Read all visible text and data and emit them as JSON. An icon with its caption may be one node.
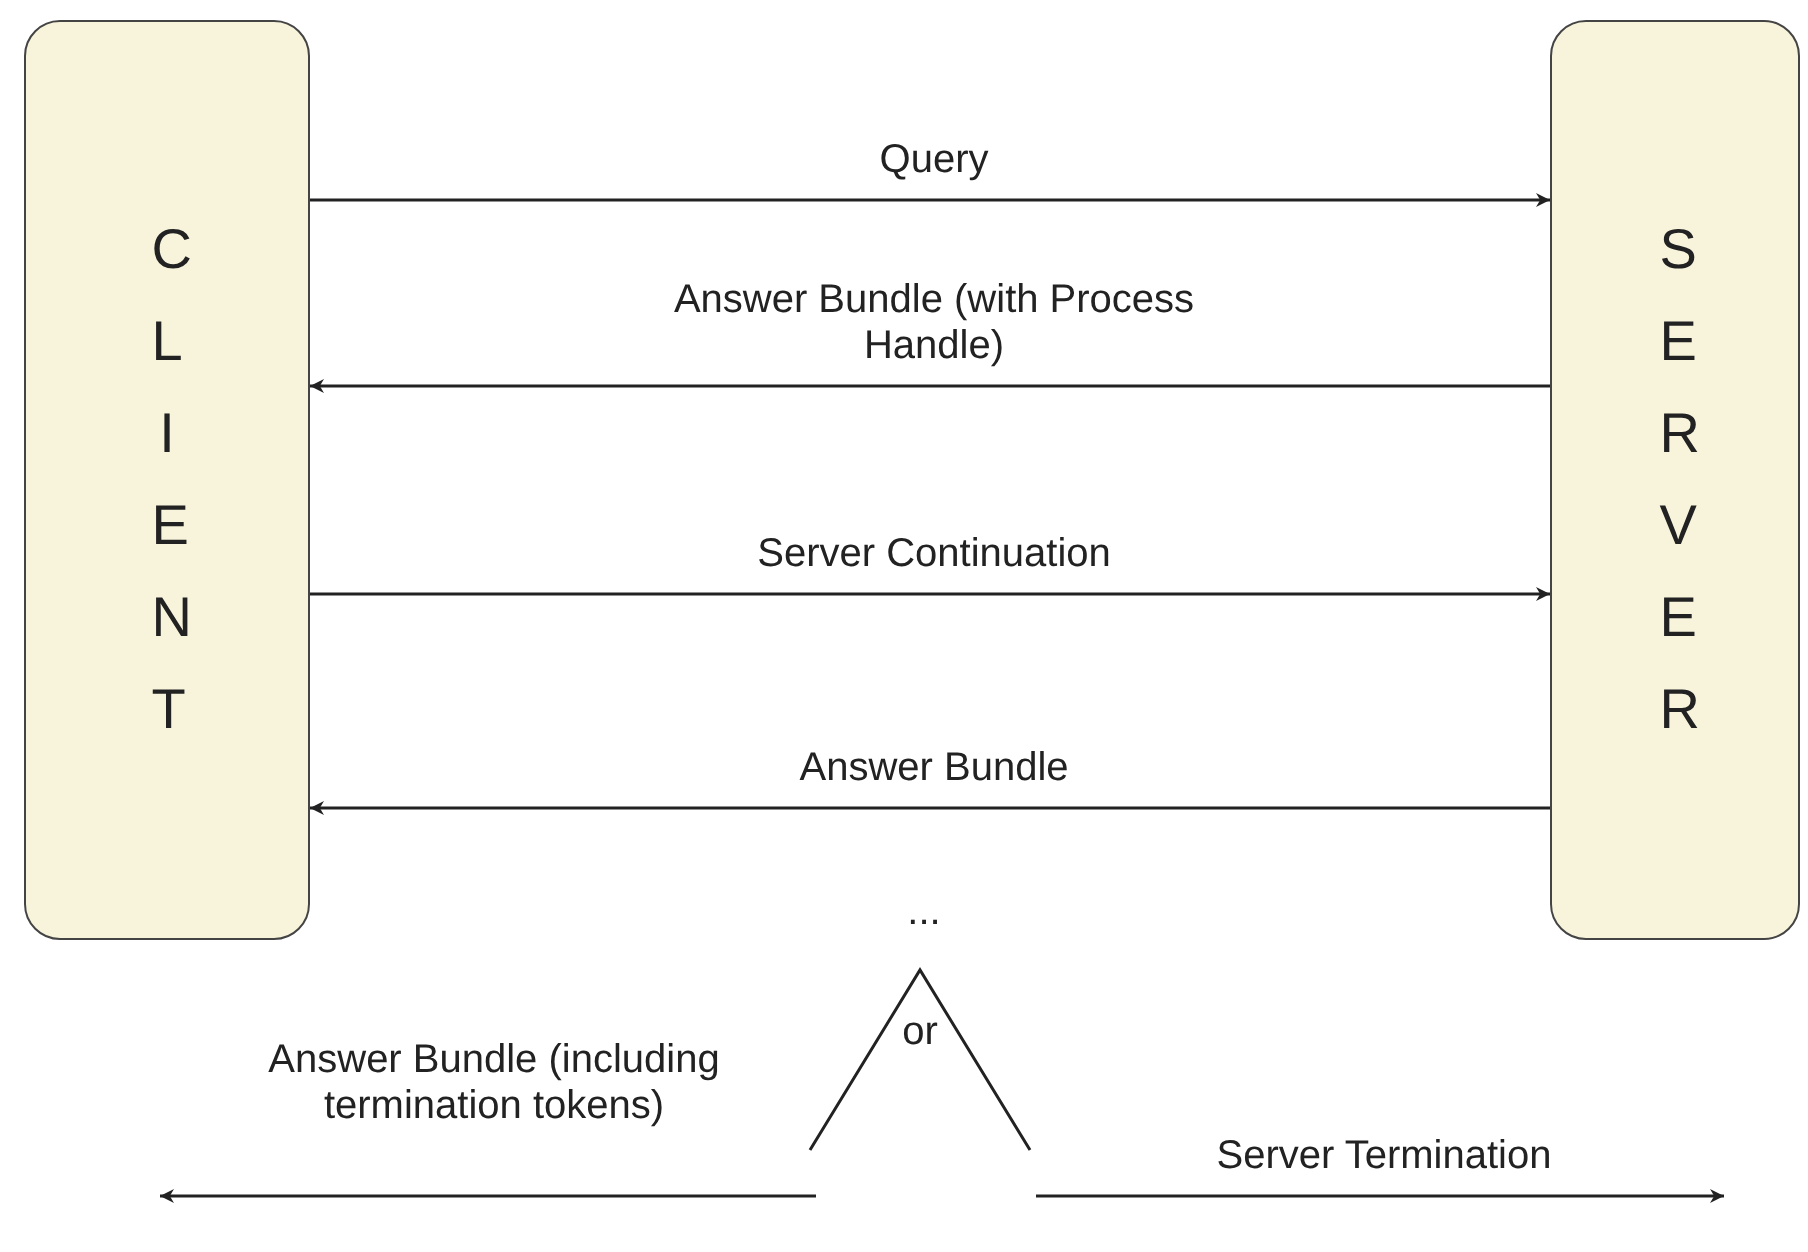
{
  "diagram": {
    "nodes": [
      {
        "text": [
          "CLIENT"
        ]
      },
      {
        "text": [
          "SERVER"
        ]
      }
    ],
    "edges": [
      {
        "from": 0,
        "to": 1,
        "arrow": "to",
        "label": "Query"
      },
      {
        "from": 1,
        "to": 0,
        "arrow": "to",
        "label": "Answer Bundle (with Process Handle)"
      },
      {
        "from": 0,
        "to": 1,
        "arrow": "to",
        "label": "Server Continuation"
      },
      {
        "from": 1,
        "to": 0,
        "arrow": "to",
        "label": "Answer Bundle"
      }
    ],
    "labels": [
      "...",
      "or",
      "Answer Bundle (including termination tokens)",
      "Server Termination"
    ]
  }
}
